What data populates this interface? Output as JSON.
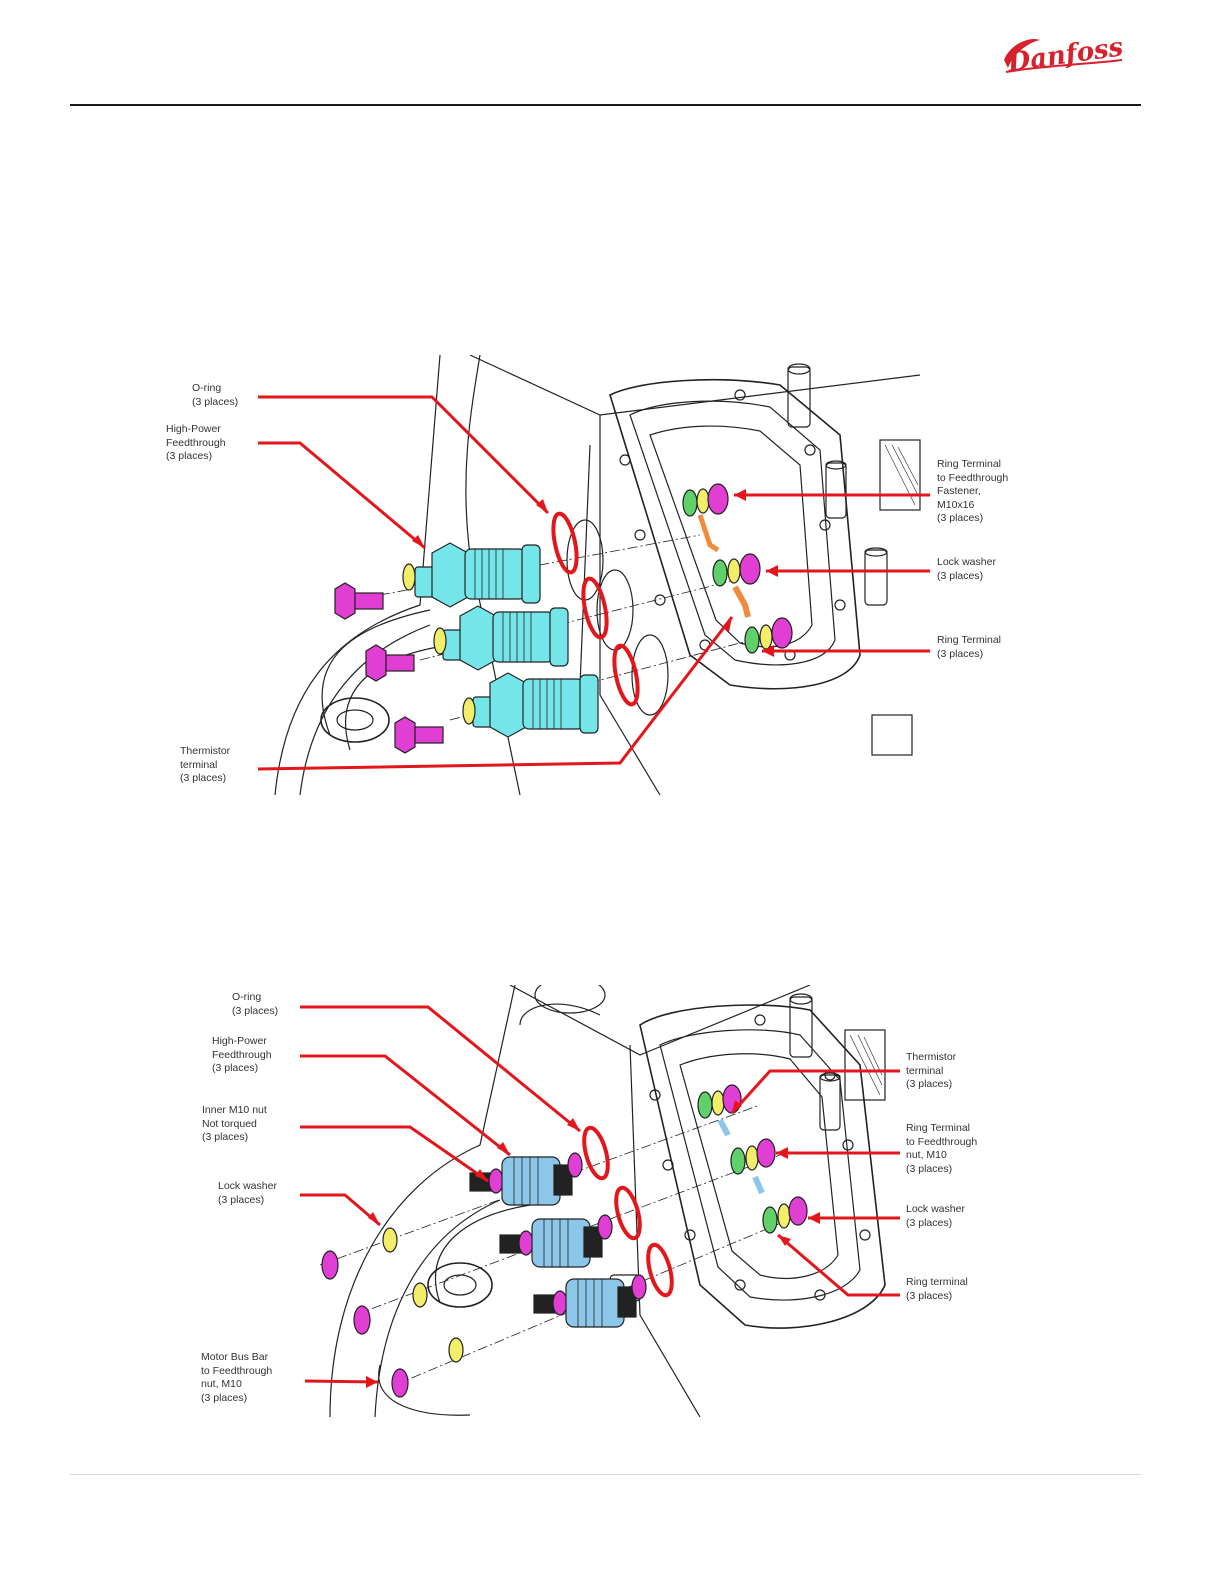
{
  "brand": {
    "logo_text": "Danfoss",
    "color": "#d7222d"
  },
  "colors": {
    "leader": "#e3161b",
    "feedthrough_fig1": "#74e6ea",
    "feedthrough_fig2": "#8cc6e8",
    "fastener": "#e13ed4",
    "washer": "#f2ee6a",
    "ring_terminal": "#5fd06a",
    "thermistor_fig1": "#f08a3c",
    "thermistor_fig2": "#8cc6e8",
    "oring": "#e3161b",
    "line_art": "#222222"
  },
  "figures": [
    {
      "id": "fig1",
      "labels": {
        "oring": "O-ring\n(3 places)",
        "feedthrough": "High-Power\nFeedthrough\n(3 places)",
        "thermistor": "Thermistor\nterminal\n(3 places)",
        "ring_fastener": "Ring Terminal\nto Feedthrough\nFastener,\nM10x16\n(3 places)",
        "lock_washer": "Lock washer\n(3 places)",
        "ring_terminal": "Ring Terminal\n(3 places)"
      }
    },
    {
      "id": "fig2",
      "labels": {
        "oring": "O-ring\n(3 places)",
        "feedthrough": "High-Power\nFeedthrough\n(3 places)",
        "inner_nut": "Inner M10 nut\nNot torqued\n(3 places)",
        "lock_washer_left": "Lock washer\n(3 places)",
        "bus_bar_nut": "Motor Bus Bar\nto Feedthrough\nnut, M10\n(3 places)",
        "thermistor": "Thermistor\nterminal\n(3 places)",
        "ring_nut": "Ring Terminal\nto Feedthrough\nnut, M10\n(3 places)",
        "lock_washer_right": "Lock washer\n(3 places)",
        "ring_terminal": "Ring terminal\n(3 places)"
      }
    }
  ]
}
